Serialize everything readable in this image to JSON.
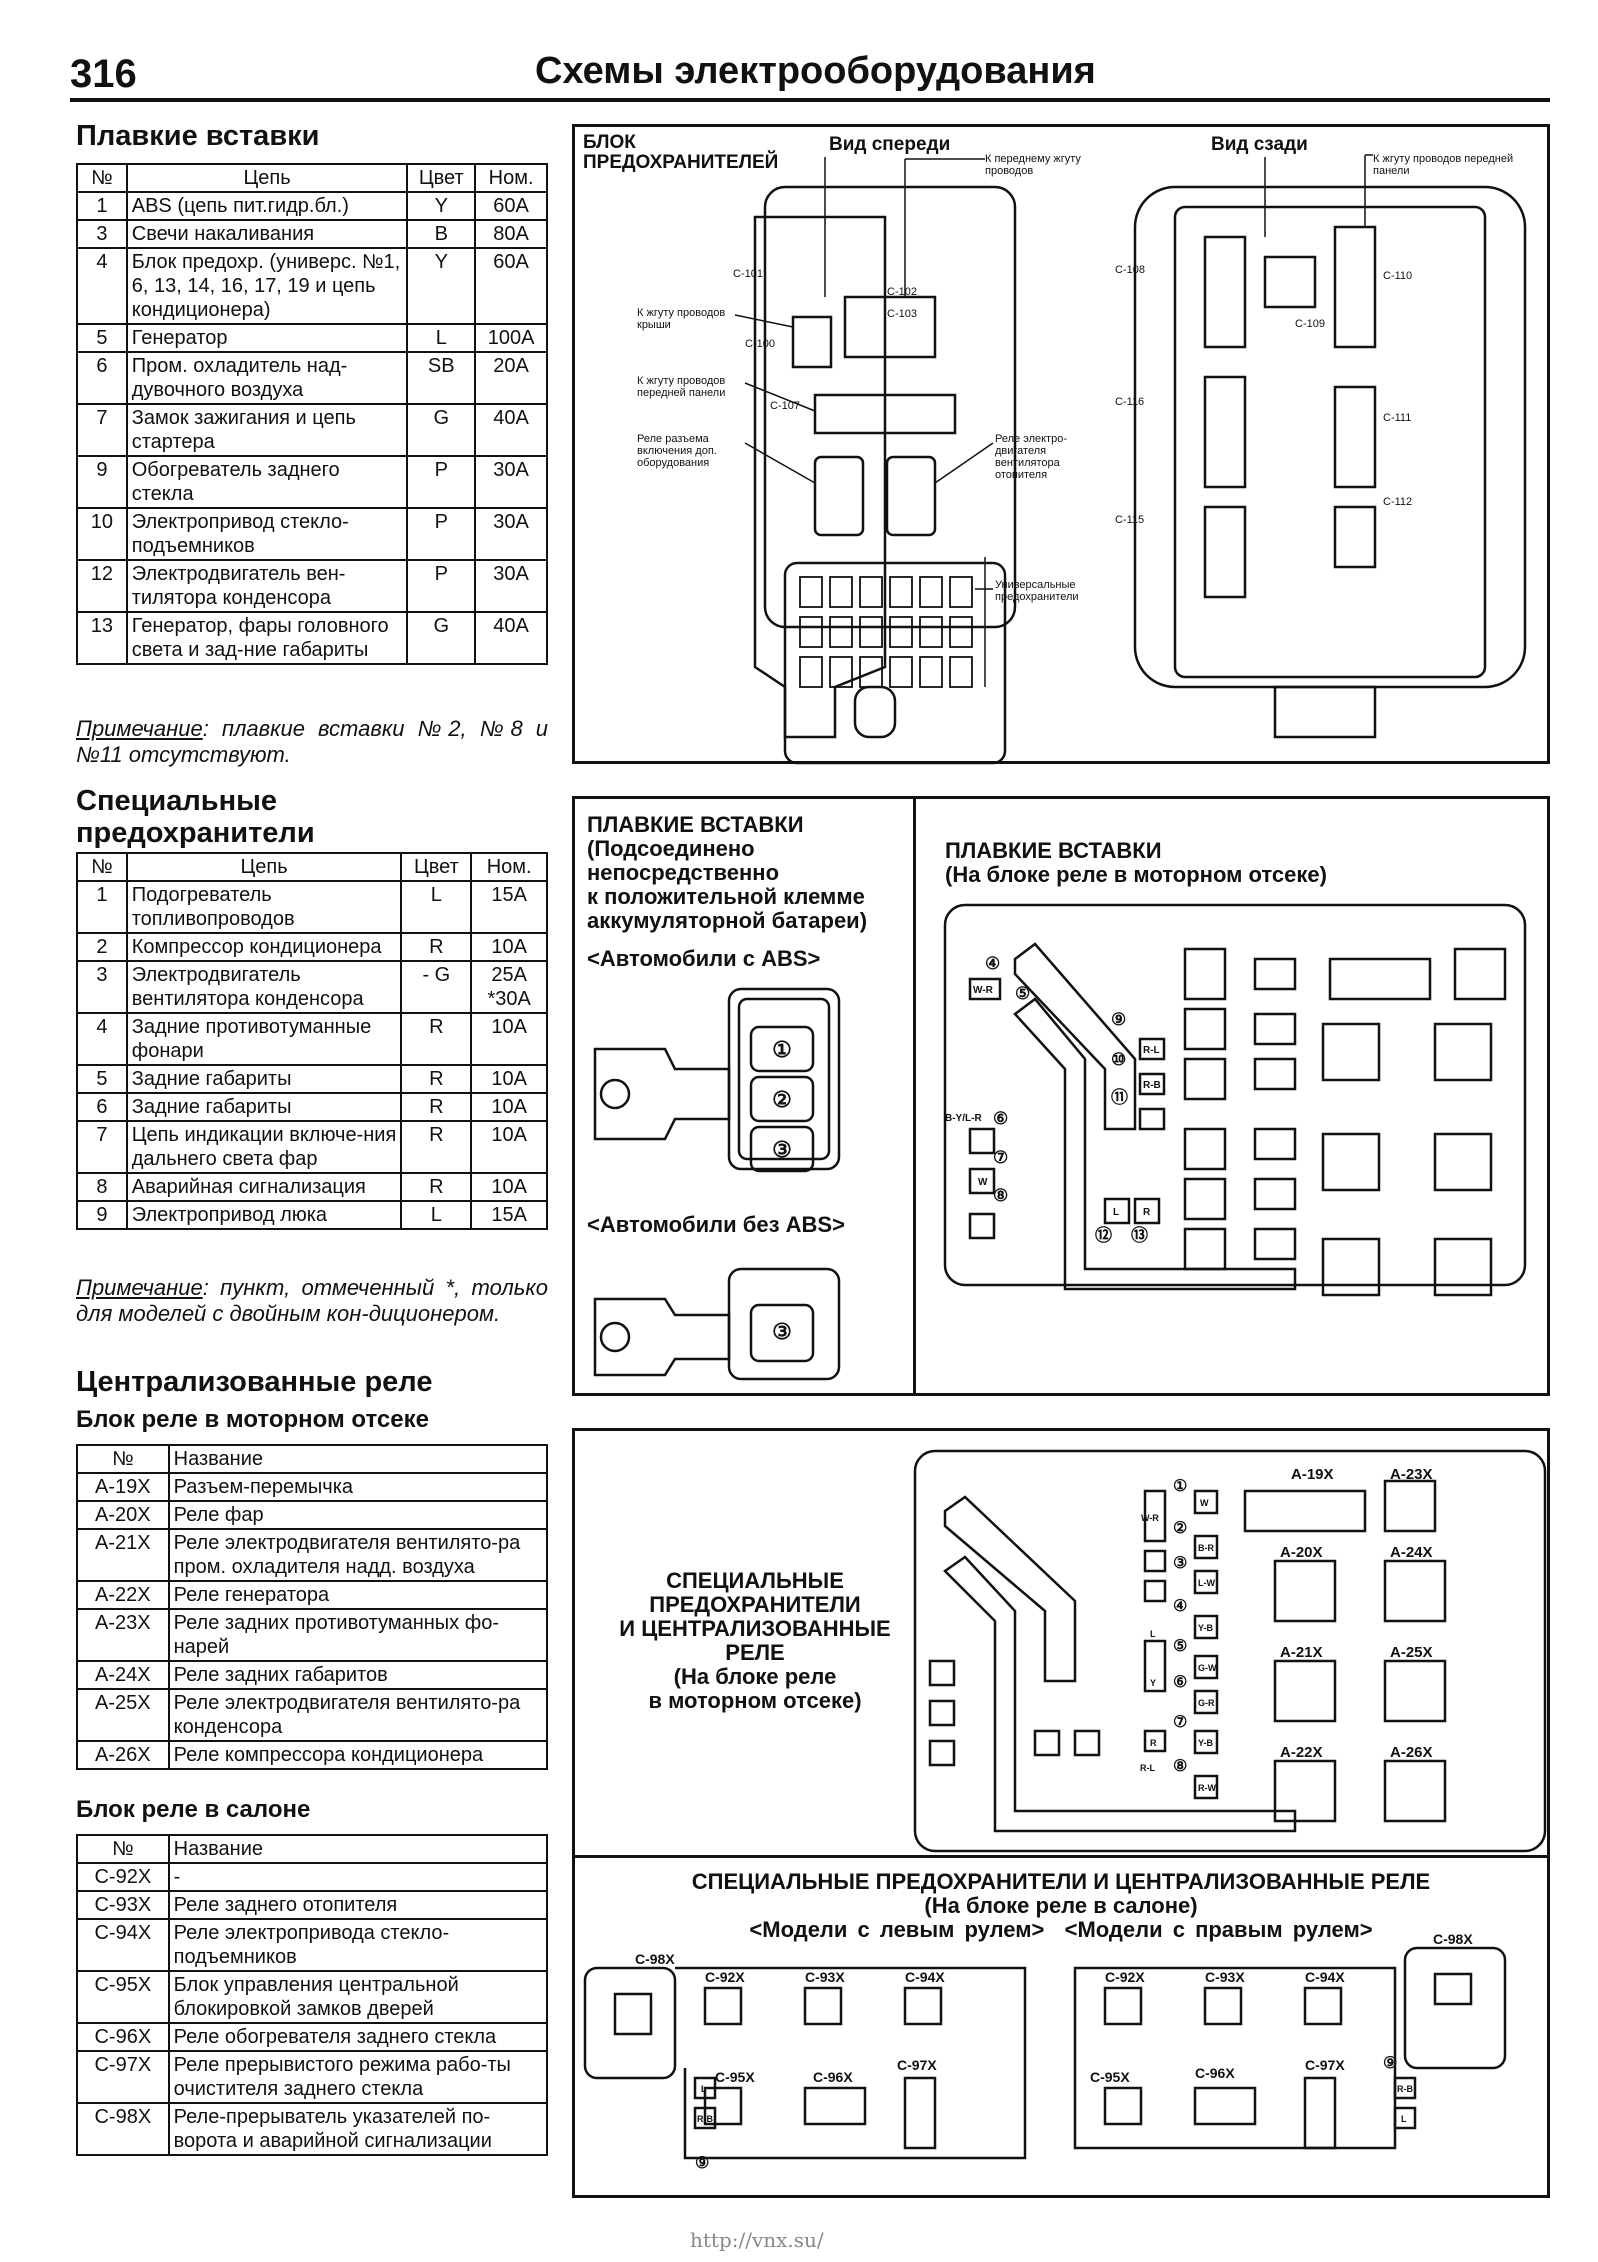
{
  "header": {
    "page_number": "316",
    "title": "Схемы электрооборудования"
  },
  "fusible_links": {
    "title": "Плавкие вставки",
    "columns": [
      "№",
      "Цепь",
      "Цвет",
      "Ном."
    ],
    "rows": [
      [
        "1",
        "ABS (цепь пит.гидр.бл.)",
        "Y",
        "60A"
      ],
      [
        "3",
        "Свечи накаливания",
        "B",
        "80A"
      ],
      [
        "4",
        "Блок предохр. (универс. №1, 6, 13, 14, 16, 17, 19 и цепь кондиционера)",
        "Y",
        "60A"
      ],
      [
        "5",
        "Генератор",
        "L",
        "100A"
      ],
      [
        "6",
        "Пром. охладитель над-дувочного воздуха",
        "SB",
        "20A"
      ],
      [
        "7",
        "Замок зажигания и цепь стартера",
        "G",
        "40A"
      ],
      [
        "9",
        "Обогреватель заднего стекла",
        "P",
        "30A"
      ],
      [
        "10",
        "Электропривод стекло-подъемников",
        "P",
        "30A"
      ],
      [
        "12",
        "Электродвигатель вен-тилятора конденсора",
        "P",
        "30A"
      ],
      [
        "13",
        "Генератор, фары головного света и зад-ние габариты",
        "G",
        "40A"
      ]
    ],
    "note_label": "Примечание",
    "note_text": ": плавкие вставки №2, №8 и №11 отсутствуют."
  },
  "special_fuses": {
    "title_line1": "Специальные",
    "title_line2": "предохранители",
    "columns": [
      "№",
      "Цепь",
      "Цвет",
      "Ном."
    ],
    "rows": [
      [
        "1",
        "Подогреватель топливопроводов",
        "L",
        "15A"
      ],
      [
        "2",
        "Компрессор кондиционера",
        "R",
        "10A"
      ],
      [
        "3",
        "Электродвигатель вентилятора конденсора",
        "- G",
        "25A *30A"
      ],
      [
        "4",
        "Задние противотуманные фонари",
        "R",
        "10A"
      ],
      [
        "5",
        "Задние габариты",
        "R",
        "10A"
      ],
      [
        "6",
        "Задние габариты",
        "R",
        "10A"
      ],
      [
        "7",
        "Цепь индикации включе-ния дальнего света фар",
        "R",
        "10A"
      ],
      [
        "8",
        "Аварийная сигнализация",
        "R",
        "10A"
      ],
      [
        "9",
        "Электропривод люка",
        "L",
        "15A"
      ]
    ],
    "note_label": "Примечание",
    "note_text": ": пункт, отмеченный *, только для моделей с двойным кон-диционером."
  },
  "central_relays": {
    "title": "Централизованные реле",
    "engine_title": "Блок реле в моторном отсеке",
    "engine_columns": [
      "№",
      "Название"
    ],
    "engine_rows": [
      [
        "A-19X",
        "Разъем-перемычка"
      ],
      [
        "A-20X",
        "Реле фар"
      ],
      [
        "A-21X",
        "Реле электродвигателя вентилято-ра пром. охладителя надд. воздуха"
      ],
      [
        "A-22X",
        "Реле генератора"
      ],
      [
        "A-23X",
        "Реле задних противотуманных фо-нарей"
      ],
      [
        "A-24X",
        "Реле задних габаритов"
      ],
      [
        "A-25X",
        "Реле электродвигателя вентилято-ра конденсора"
      ],
      [
        "A-26X",
        "Реле компрессора кондиционера"
      ]
    ],
    "cabin_title": "Блок реле в салоне",
    "cabin_columns": [
      "№",
      "Название"
    ],
    "cabin_rows": [
      [
        "C-92X",
        "-"
      ],
      [
        "C-93X",
        "Реле заднего отопителя"
      ],
      [
        "C-94X",
        "Реле электропривода стекло-подъемников"
      ],
      [
        "C-95X",
        "Блок управления центральной блокировкой замков дверей"
      ],
      [
        "C-96X",
        "Реле обогревателя заднего стекла"
      ],
      [
        "C-97X",
        "Реле прерывистого режима рабо-ты очистителя заднего стекла"
      ],
      [
        "C-98X",
        "Реле-прерыватель указателей по-ворота и аварийной сигнализации"
      ]
    ]
  },
  "panel_fuse_block": {
    "title_line1": "БЛОК",
    "title_line2": "ПРЕДОХРАНИТЕЛЕЙ",
    "front_view": "Вид спереди",
    "rear_view": "Вид сзади",
    "to_front_harness": "К переднему жгуту проводов",
    "to_panel_harness": "К жгуту проводов передней панели",
    "to_roof_harness": "К жгуту проводов крыши",
    "to_front_panel_harness": "К жгуту проводов передней панели",
    "aux_relay": "Реле разъема включения доп. оборудования",
    "heater_relay": "Реле электро-двигателя вентилятора отопителя",
    "universal_fuses": "Универсальные предохранители",
    "connectors": [
      "C-101",
      "C-102",
      "C-103",
      "C-100",
      "C-107",
      "C-108",
      "C-109",
      "C-110",
      "C-116",
      "C-111",
      "C-115",
      "C-112"
    ]
  },
  "panel_battery_links": {
    "title_line1": "ПЛАВКИЕ ВСТАВКИ",
    "title_line2": "(Подсоединено",
    "title_line3": "непосредственно",
    "title_line4": "к положительной клемме",
    "title_line5": "аккумуляторной батареи)",
    "with_abs": "<Автомобили с ABS>",
    "without_abs": "<Автомобили без ABS>",
    "numbers": [
      "①",
      "②",
      "③"
    ]
  },
  "panel_engine_links": {
    "title_line1": "ПЛАВКИЕ ВСТАВКИ",
    "title_line2": "(На блоке реле в моторном отсеке)",
    "marks": [
      "④",
      "⑤",
      "⑥",
      "⑦",
      "⑧",
      "⑨",
      "⑩",
      "⑪",
      "⑫",
      "⑬"
    ],
    "colors": [
      "W-R",
      "R-L",
      "R-B",
      "B-Y/L-R",
      "W",
      "L",
      "R"
    ]
  },
  "panel_engine_relays": {
    "title_line1": "СПЕЦИАЛЬНЫЕ",
    "title_line2": "ПРЕДОХРАНИТЕЛИ",
    "title_line3": "И ЦЕНТРАЛИЗОВАННЫЕ",
    "title_line4": "РЕЛЕ",
    "title_line5": "(На блоке реле",
    "title_line6": "в моторном отсеке)",
    "relays": [
      "A-19X",
      "A-23X",
      "A-20X",
      "A-24X",
      "A-21X",
      "A-25X",
      "A-22X",
      "A-26X"
    ],
    "marks": [
      "①",
      "②",
      "③",
      "④",
      "⑤",
      "⑥",
      "⑦",
      "⑧"
    ],
    "colors": [
      "W",
      "W-R",
      "B-R",
      "L",
      "L-W",
      "Y",
      "Y-B",
      "R",
      "G-W",
      "G-R",
      "R-L",
      "Y-B",
      "R-W"
    ]
  },
  "panel_cabin_relays": {
    "title_line1": "СПЕЦИАЛЬНЫЕ ПРЕДОХРАНИТЕЛИ И ЦЕНТРАЛИЗОВАННЫЕ РЕЛЕ",
    "title_line2": "(На блоке реле в салоне)",
    "left_drive": "<Модели с левым рулем>",
    "right_drive": "<Модели с правым рулем>",
    "relays": [
      "C-98X",
      "C-92X",
      "C-93X",
      "C-94X",
      "C-95X",
      "C-96X",
      "C-97X"
    ],
    "marks": [
      "⑨"
    ],
    "colors": [
      "L",
      "R-B"
    ]
  },
  "footer": {
    "url": "http://vnx.su/"
  }
}
